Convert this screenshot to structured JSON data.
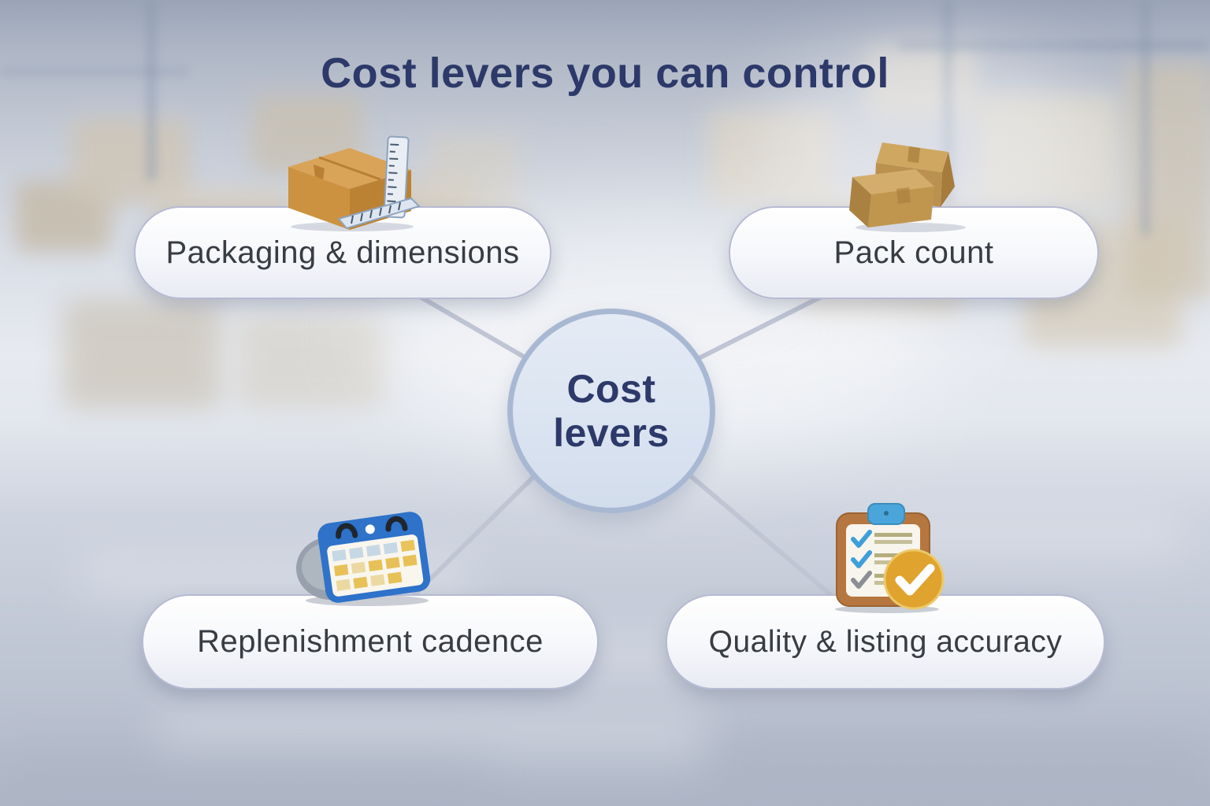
{
  "title": "Cost levers you can control",
  "center": {
    "line1": "Cost",
    "line2": "levers"
  },
  "nodes": [
    {
      "label": "Packaging & dimensions",
      "icon": "box-with-ruler-icon"
    },
    {
      "label": "Pack count",
      "icon": "stacked-boxes-icon"
    },
    {
      "label": "Replenishment cadence",
      "icon": "calendar-icon"
    },
    {
      "label": "Quality & listing accuracy",
      "icon": "clipboard-check-icon"
    }
  ],
  "colors": {
    "title_text": "#2c3969",
    "node_text": "#383c43",
    "center_circle_fill": "#dbe4f1",
    "center_circle_border": "#a9b8d2",
    "pill_border": "#b6bad2",
    "connector_line": "#bfc5d3",
    "cardboard_tan": "#cc923f",
    "kraft_tan": "#c9a566",
    "calendar_blue": "#2e72c9",
    "clipboard_brown": "#b5773f",
    "clip_blue": "#4aa6da",
    "badge_gold": "#dfa32e"
  }
}
